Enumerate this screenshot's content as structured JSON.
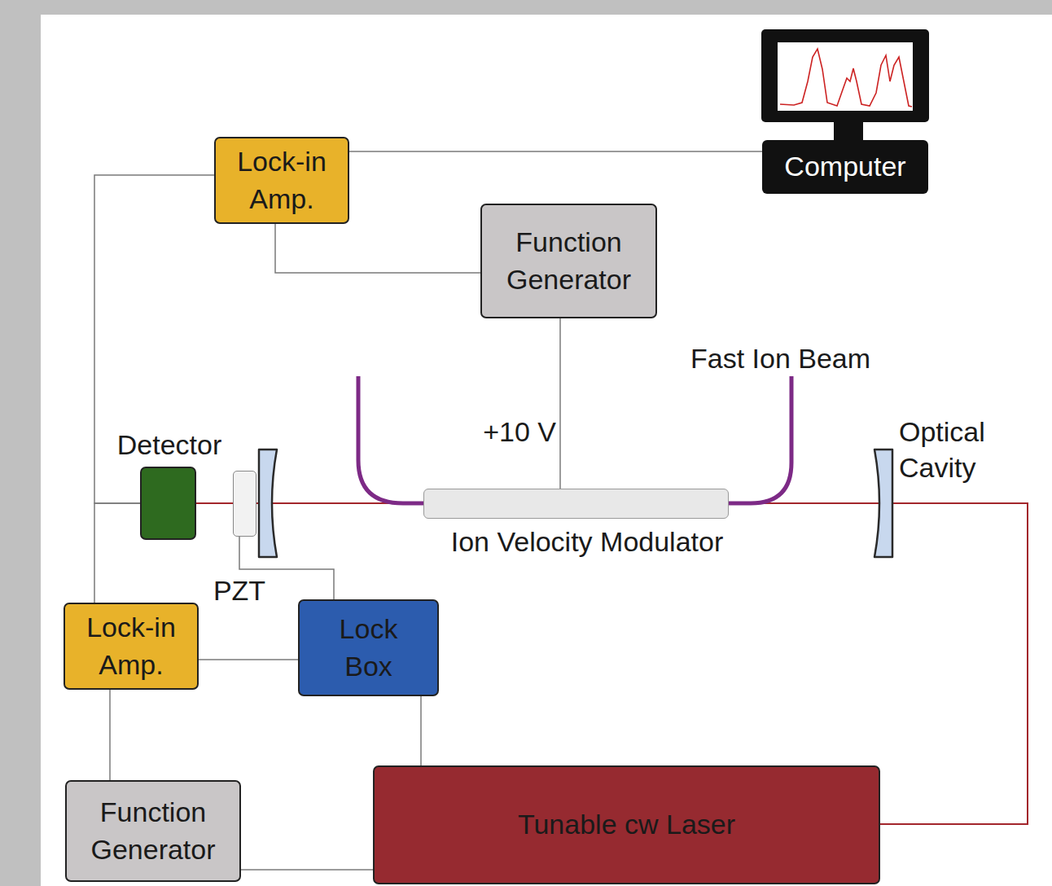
{
  "diagram": {
    "nodes": [
      {
        "text": [
          "Lock-in Amp."
        ]
      },
      {
        "text": [
          "Computer"
        ]
      },
      {
        "text": [
          "Function Generator"
        ]
      },
      {
        "text": [
          "Detector"
        ]
      },
      {
        "text": [
          "PZT"
        ]
      },
      {
        "text": [
          "Ion Velocity Modulator"
        ]
      },
      {
        "text": [
          "Lock-in Amp."
        ]
      },
      {
        "text": [
          "Lock Box"
        ]
      },
      {
        "text": [
          "Function Generator"
        ]
      },
      {
        "text": [
          "Tunable cw Laser"
        ]
      }
    ],
    "edges": [
      {
        "from": 0,
        "to": 1,
        "arrow": "none"
      },
      {
        "from": 2,
        "to": 0,
        "arrow": "none"
      },
      {
        "from": 2,
        "to": 5,
        "label": "+10 V",
        "arrow": "none"
      },
      {
        "from": 3,
        "to": 0,
        "arrow": "none"
      },
      {
        "from": 3,
        "to": 6,
        "arrow": "none"
      },
      {
        "from": 6,
        "to": 7,
        "arrow": "none"
      },
      {
        "from": 7,
        "to": 4,
        "arrow": "none"
      },
      {
        "from": 7,
        "to": 9,
        "arrow": "none"
      },
      {
        "from": 8,
        "to": 6,
        "arrow": "none"
      },
      {
        "from": 8,
        "to": 9,
        "arrow": "none"
      },
      {
        "from": 9,
        "to": 3,
        "arrow": "none"
      }
    ],
    "labels": [
      "Fast Ion Beam",
      "Optical Cavity"
    ]
  }
}
